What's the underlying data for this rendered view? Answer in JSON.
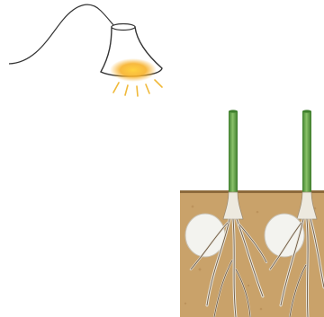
{
  "diagram": {
    "elements": [
      {
        "name": "lamp",
        "light": "on"
      },
      {
        "name": "soil-cross-section",
        "plants": 2
      },
      {
        "name": "plant-stem",
        "count": 2
      },
      {
        "name": "bulb",
        "count": 2
      },
      {
        "name": "roots",
        "count": 2
      }
    ]
  },
  "colors": {
    "background": "#ffffff",
    "lamp_outline": "#333333",
    "lamp_fill": "#ffffff",
    "light_glow": "#f7b12a",
    "light_rays": "#f0b93a",
    "soil": "#c9a26a",
    "soil_surface": "#8c6a3c",
    "stem": "#4f9a3a",
    "stem_highlight": "#8bc36a",
    "bulb": "#f3f3ef",
    "roots": "#e9e6df",
    "root_outline": "#6e5a44"
  }
}
